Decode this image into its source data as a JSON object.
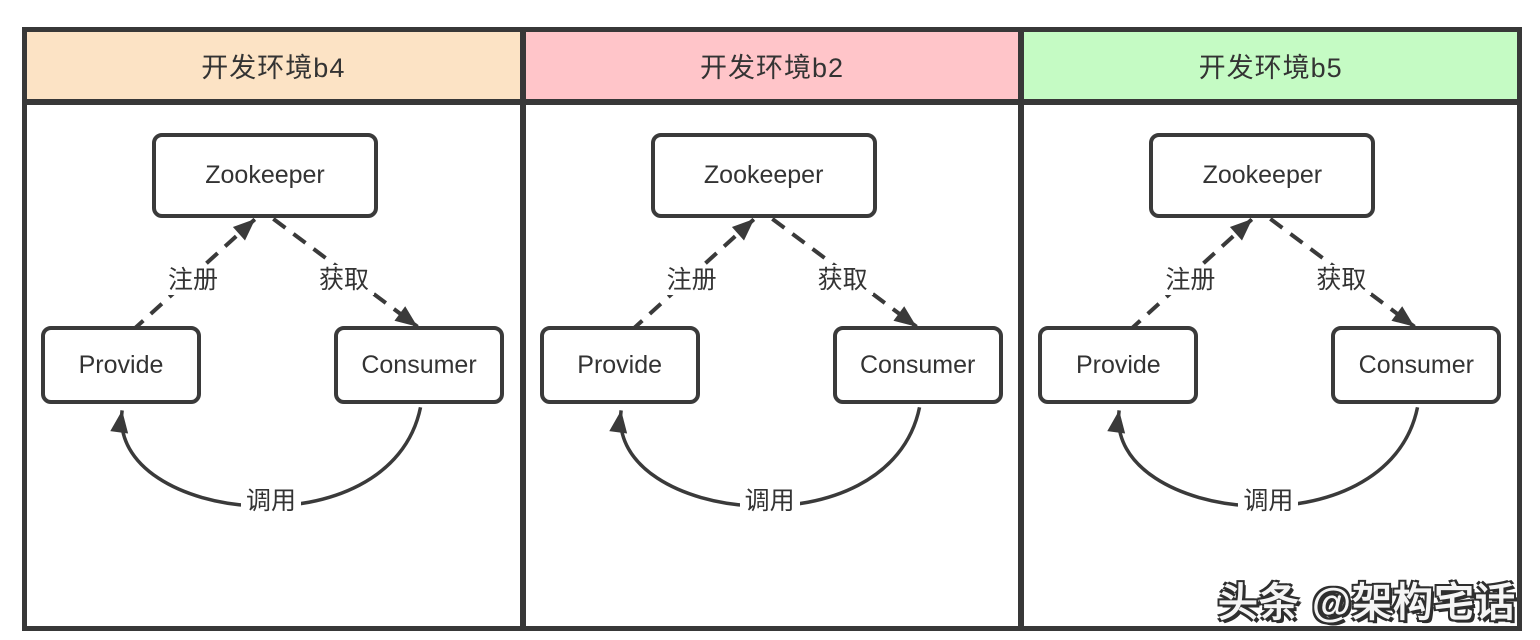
{
  "colors": {
    "line": "#3a3a3a",
    "frame_border": "#383838",
    "text": "#333333",
    "panel_header_b4": "#fce3c5",
    "panel_header_b2": "#ffc5c9",
    "panel_header_b5": "#c5fbc4"
  },
  "watermark": "头条 @架构宅话",
  "panels": [
    {
      "title": "开发环境b4",
      "header_color": "#fce3c5",
      "nodes": {
        "registry": "Zookeeper",
        "provider": "Provide",
        "consumer": "Consumer"
      },
      "edges": {
        "register": "注册",
        "fetch": "获取",
        "invoke": "调用"
      }
    },
    {
      "title": "开发环境b2",
      "header_color": "#ffc5c9",
      "nodes": {
        "registry": "Zookeeper",
        "provider": "Provide",
        "consumer": "Consumer"
      },
      "edges": {
        "register": "注册",
        "fetch": "获取",
        "invoke": "调用"
      }
    },
    {
      "title": "开发环境b5",
      "header_color": "#c5fbc4",
      "nodes": {
        "registry": "Zookeeper",
        "provider": "Provide",
        "consumer": "Consumer"
      },
      "edges": {
        "register": "注册",
        "fetch": "获取",
        "invoke": "调用"
      }
    }
  ]
}
